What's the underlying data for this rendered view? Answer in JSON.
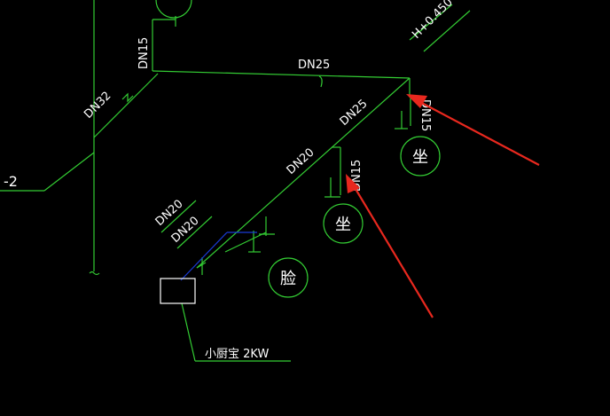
{
  "colors": {
    "background": "#000000",
    "pipe": "#33cc33",
    "branch": "#1a3bd6",
    "annotation_text": "#ffffff",
    "fixture_mark": "#ffffff",
    "arrow": "#e8281e"
  },
  "labels": {
    "dn15_riser": "DN15",
    "dn32_riser": "DN32",
    "dn25_horizontal": "DN25",
    "dn25_diagonal": "DN25",
    "dn20_diagonal": "DN20",
    "dn20_stack_a": "DN20",
    "dn20_stack_b": "DN20",
    "dn15_branch": "DN15",
    "dn15_right": "DN15",
    "level_left": "-2",
    "elevation": "H+0.450",
    "heater": "小厨宝 2KW"
  },
  "fixtures": {
    "toilet_upper": "坐",
    "toilet_lower": "坐",
    "basin": "脸"
  },
  "icons": {
    "arrows": "red-pointer-arrow-icon",
    "heater": "water-heater-box-icon"
  }
}
